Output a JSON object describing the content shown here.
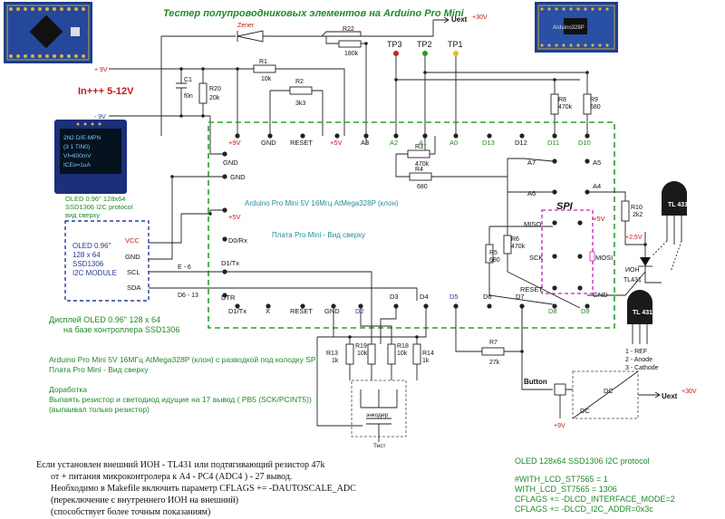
{
  "title": "Тестер полупроводниковых элементов на Arduino Pro Mini",
  "uext_top": "Uext",
  "plus30v_top": "+30V",
  "zener": "Zener",
  "r22": "R22",
  "r22_val": "180k",
  "tp3": "TP3",
  "tp2": "TP2",
  "tp1": "TP1",
  "plus9v": "+ 9V",
  "minus9v": "- 9V",
  "r1": "R1",
  "r1_val": "10k",
  "c1": "C1",
  "c1_val": "f0n",
  "r20": "R20",
  "r20_val": "20k",
  "r2": "R2",
  "r2_val": "3k3",
  "in_label": "In+++ 5-12V",
  "r8": "R8",
  "r8_val": "470k",
  "r9": "R9",
  "r9_val": "680",
  "pins_top": [
    "+9V",
    "GND",
    "RESET",
    "+5V",
    "A3",
    "A2",
    "A1",
    "A0",
    "D13",
    "D12",
    "D11",
    "D10"
  ],
  "pin_d1": "D1",
  "r3": "R3",
  "r3_val": "470k",
  "r4": "R4",
  "r4_val": "680",
  "a7": "A7",
  "a5": "A5",
  "a6": "A6",
  "a4": "A4",
  "left_gnd1": "GND",
  "left_gnd2": "GND",
  "left_5v": "+5V",
  "d0rx": "D0/Rx",
  "d1tx": "D1/Tx",
  "dtr": "DTR",
  "oled_caption": "OLED 0.96\" 128x64",
  "oled_caption2": "SSD1306 I2C protocol",
  "oled_caption3": "вид сверху",
  "module_lines": [
    "OLED 0.96\"",
    "128 x 64",
    "SSD1306",
    "I2C MODULE"
  ],
  "vcc": "VCC",
  "gnd": "GND",
  "scl": "SCL",
  "sda": "SDA",
  "e6": "E - 6",
  "d6_13": "D6 - 13",
  "board1": "Arduino Pro Mini 5V 16Мгц  AtMega328P (клон)",
  "board2": "Плата Pro Mini - Вид сверху",
  "spi": "SPI",
  "miso": "MISO",
  "sck": "SCK",
  "reset2": "RESET",
  "mosi": "MOSI",
  "spi_5v": "+5V",
  "spi_gnd": "GND",
  "r5": "R5",
  "r5_val": "680",
  "r6": "R6",
  "r6_val": "470k",
  "r10": "R10",
  "r10_val": "2k2",
  "tl431": "TL 431",
  "v25": "+2.5V",
  "ion": "ИОН",
  "ion_tl": "TL431",
  "pins_bottom": [
    "D1/Tx",
    "X",
    "RESET",
    "GND",
    "D2",
    "D3",
    "D4",
    "D5",
    "D6",
    "D7",
    "D8",
    "D9"
  ],
  "tl_legend": [
    "1 - REF",
    "2 - Anode",
    "3 - Cathode"
  ],
  "display_label": "Дисплей OLED 0.96\" 128 x 64",
  "display_label2": "на базе контроллера SSD1306",
  "r13": "R13",
  "r13_val": "1k",
  "r19": "R19",
  "r19_val": "10k",
  "r18": "R18",
  "r18_val": "10k",
  "r14": "R14",
  "r14_val": "1k",
  "r7": "R7",
  "r7_val": "27k",
  "encoder": "энкодер",
  "test": "Тест",
  "button": "Button",
  "dc1": "DC",
  "dc2": "DC",
  "uext_bottom": "Uext",
  "plus30v_bottom": "+30V",
  "plus9v_bottom": "+9V",
  "left_notes": [
    "Arduino Pro Mini 5V 16МГц AtMega328P (клон) с  разводкой под колодку SPI",
    "Плата Pro Mini  - Вид сверху",
    "",
    "Доработка",
    "Выпаять резистор и светодиод идущие на  17 вывод ( PB5 (SCK/PCINT5))",
    "(выпаивал только резистор)"
  ],
  "bottom_notes": [
    "Если  установлен внешний ИОН - TL431 или подтягивающий резистор 47k",
    "от +  питания микроконтролера к A4 - PC4 (ADC4 ) - 27 вывод.",
    "Необходимо в Makefile  включить параметр  CFLAGS += -DAUTOSCALE_ADC",
    "(переключение с внутреннего ИОН на внешний)",
    "(способствует более точным показаниям)"
  ],
  "oled_protocol": "OLED 128x64 SSD1306 I2C protocol",
  "cfg_lines": [
    "#WITH_LCD_ST7565 = 1",
    "WITH_LCD_ST7565 = 1306",
    "CFLAGS += -DLCD_INTERFACE_MODE=2",
    "CFLAGS += -DLCD_I2C_ADDR=0x3c"
  ],
  "oled_screen_lines": [
    "2N2 D/E-MPN",
    "(3 1 TIN0)",
    "Vf=600mV",
    "ICEo=1uA"
  ],
  "board_chip_label": "Arduino328P"
}
